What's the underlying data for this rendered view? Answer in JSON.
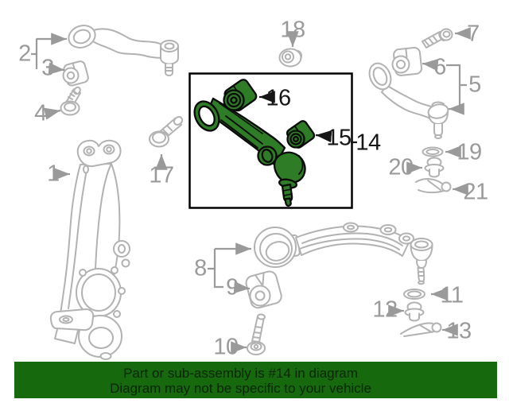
{
  "diagram": {
    "type": "front-suspension-parts-diagram",
    "highlighted_part_number": "14",
    "highlighted_sub_parts": [
      "15",
      "16"
    ],
    "callouts": {
      "c1": "1",
      "c2": "2",
      "c3": "3",
      "c4": "4",
      "c5": "5",
      "c6": "6",
      "c7": "7",
      "c8": "8",
      "c9": "9",
      "c10": "10",
      "c11": "11",
      "c12": "12",
      "c13": "13",
      "c14": "14",
      "c15": "15",
      "c16": "16",
      "c17": "17",
      "c18": "18",
      "c19": "19",
      "c20": "20",
      "c21": "21"
    }
  },
  "banner": {
    "line1": "Part or sub-assembly is #14 in diagram",
    "line2": "Diagram may not be specific to your vehicle"
  },
  "colors": {
    "highlight_green": "#2e7c25",
    "banner_green": "#17690d",
    "banner_text": "#0c2506",
    "diagram_line_gray": "#b2b2b2",
    "label_gray": "#9a9a9a",
    "label_black": "#161616",
    "box_border": "#000000",
    "background": "#ffffff"
  }
}
